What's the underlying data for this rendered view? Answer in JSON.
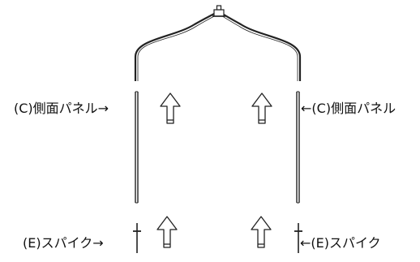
{
  "labels": {
    "panel_left": "(C)側面パネル→",
    "panel_right": "←(C)側面パネル",
    "spike_left": "(E)スパイク→",
    "spike_right": "←(E)スパイク"
  }
}
